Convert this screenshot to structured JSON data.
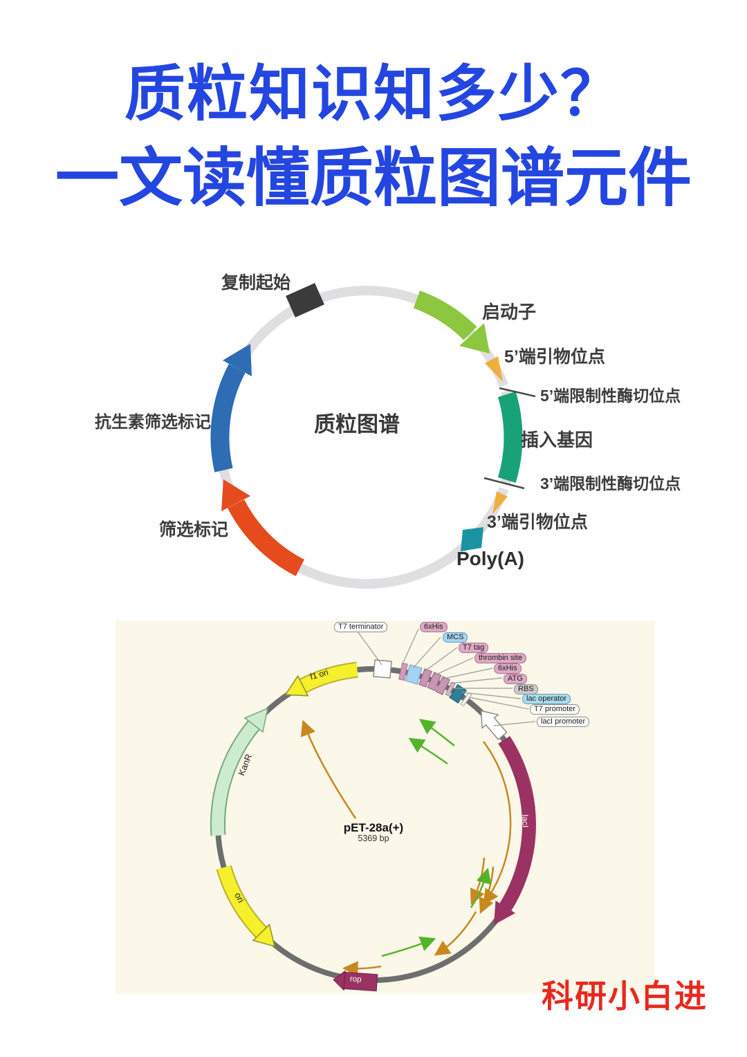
{
  "title": {
    "line1": "质粒知识知多少？",
    "line2": "一文读懂质粒图谱元件"
  },
  "diagram1": {
    "center_label": "质粒图谱",
    "labels": {
      "origin": "复制起始",
      "promoter": "启动子",
      "primer5": "5’端引物位点",
      "re5": "5’端限制性酶切位点",
      "insert": "插入基因",
      "re3": "3’端限制性酶切位点",
      "primer3": "3’端引物位点",
      "polya": "Poly(A)",
      "marker": "筛选标记",
      "abx_marker": "抗生素筛选标记"
    }
  },
  "map2": {
    "name": "pET-28a(+)",
    "size": "5369 bp",
    "features": {
      "f1ori": "f1 ori",
      "kanr": "KanR",
      "ori": "ori",
      "laci": "lacI",
      "rop": "rop"
    },
    "labels": [
      "T7 terminator",
      "6xHis",
      "MCS",
      "T7 tag",
      "thrombin site",
      "6xHis",
      "ATG",
      "RBS",
      "lac operator",
      "T7 promoter",
      "lacI promoter"
    ]
  },
  "watermark": "科研小白进",
  "colors": {
    "title_blue": "#2446e0",
    "watermark_red": "#e8281e",
    "ring_gray": "#dfdfe1",
    "origin_black": "#3b3b3b",
    "promoter_green": "#8dc63f",
    "primer_orange": "#f0ae3e",
    "insert_teal": "#19a277",
    "polya_teal": "#1b93a2",
    "marker_red": "#e54b1c",
    "abx_blue": "#2e6cb3",
    "map_bg": "#fbf7e9",
    "backbone_gray": "#6e6e6e",
    "f1ori_yellow": "#f6ef2b",
    "kanr_mint": "#cdeccf",
    "laci_maroon": "#9a3263",
    "orf_orange": "#c9871f",
    "orf_green": "#55b32a"
  }
}
